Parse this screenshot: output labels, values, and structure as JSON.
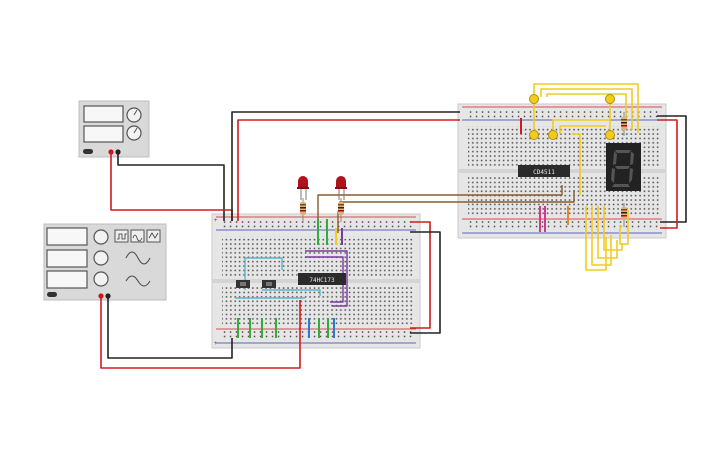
{
  "canvas": {
    "background": "#ffffff"
  },
  "colors": {
    "breadboard": "#e6e6e6",
    "breadboard_hole": "#4a4a4a",
    "rail_red": "#d01c1c",
    "rail_blue": "#2a3aa8",
    "wire_black": "#222222",
    "wire_red": "#d01c1c",
    "wire_yellow": "#f2cc1d",
    "wire_brown": "#8b5a2b",
    "wire_purple": "#7a3c9c",
    "wire_teal": "#5ab6c8",
    "wire_green": "#2fae3a",
    "wire_blue": "#2a7bd4",
    "wire_magenta": "#d03a8a",
    "wire_orange": "#e38a26",
    "instrument_body": "#d9d9d9",
    "chip": "#2b2b2b",
    "led_red": "#b0121b",
    "seven_seg": "#222222"
  },
  "components": {
    "chip_main": {
      "label": "74HC173"
    },
    "chip_decoder": {
      "label": "CD4511"
    },
    "seven_segment": {
      "digit": "8",
      "icon": "seven-segment-display-icon"
    },
    "leds": [
      {
        "color": "red"
      },
      {
        "color": "red"
      }
    ],
    "resistors": [
      {},
      {},
      {},
      {}
    ]
  },
  "instruments": {
    "power_supply": {
      "icon": "power-supply-icon"
    },
    "function_generator": {
      "icon": "function-generator-icon",
      "wave_buttons": [
        "square-wave-icon",
        "triangle-wave-icon",
        "sine-wave-icon"
      ]
    }
  }
}
